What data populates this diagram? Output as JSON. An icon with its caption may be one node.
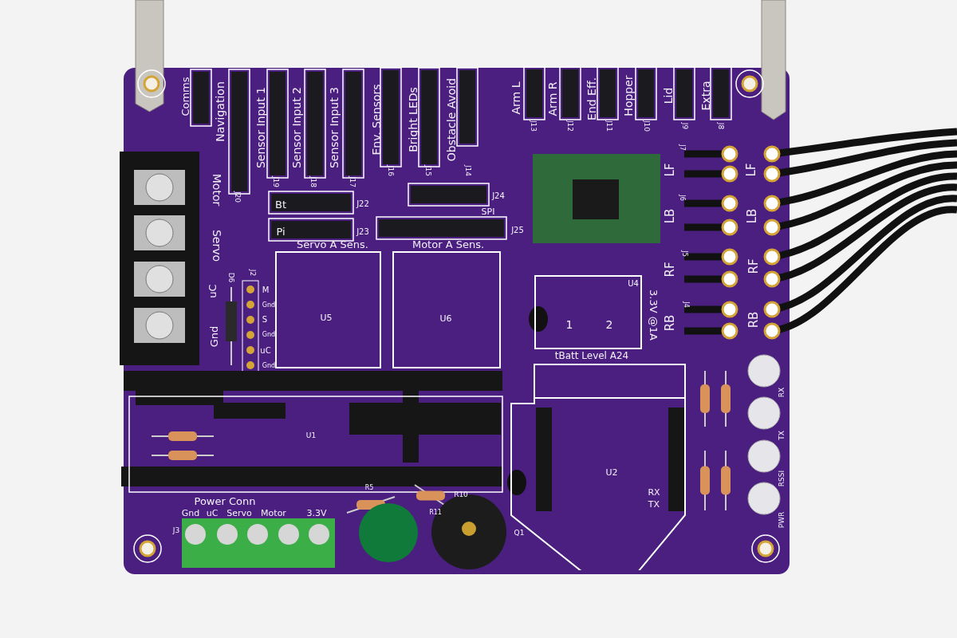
{
  "diagram": {
    "nodes": [
      {
        "text": [
          "Servo A Sens.",
          "U5"
        ]
      },
      {
        "text": [
          "Motor A Sens.",
          "U6"
        ]
      },
      {
        "text": [
          "U4",
          "1",
          "2"
        ],
        "beside": [
          "3.3V @1A",
          "tBatt Level A24"
        ]
      },
      {
        "text": [
          "U2",
          "RX",
          "TX"
        ]
      }
    ],
    "labels": [
      "Comms",
      "Navigation",
      "Sensor Input 1",
      "Sensor Input 2",
      "Sensor Input 3",
      "Env. Sensors",
      "Bright LEDs",
      "Obstacle Avoid",
      "Arm L",
      "Arm R",
      "End Eff.",
      "Hopper",
      "Lid",
      "Extra",
      "J20",
      "J19",
      "J18",
      "J17",
      "J16",
      "J15",
      "J14",
      "J13",
      "J12",
      "J11",
      "J10",
      "J9",
      "J8",
      "Motor",
      "Servo",
      "Bt",
      "J22",
      "J24",
      "SPI",
      "Pi",
      "J23",
      "J25",
      "J7",
      "LF",
      "LF",
      "J6",
      "LB",
      "LB",
      "J5",
      "RF",
      "RF",
      "J4",
      "RB",
      "RB",
      "uC",
      "D6",
      "J2",
      "M",
      "Gnd",
      "S",
      "Gnd",
      "uC",
      "Gnd",
      "Gnd",
      "U1",
      "RX",
      "TX",
      "RSSI",
      "PWR",
      "Power Conn",
      "R5",
      "R10",
      "Gnd",
      "uC",
      "Servo",
      "Motor",
      "3.3V",
      "R11",
      "J3",
      "Q1"
    ]
  }
}
